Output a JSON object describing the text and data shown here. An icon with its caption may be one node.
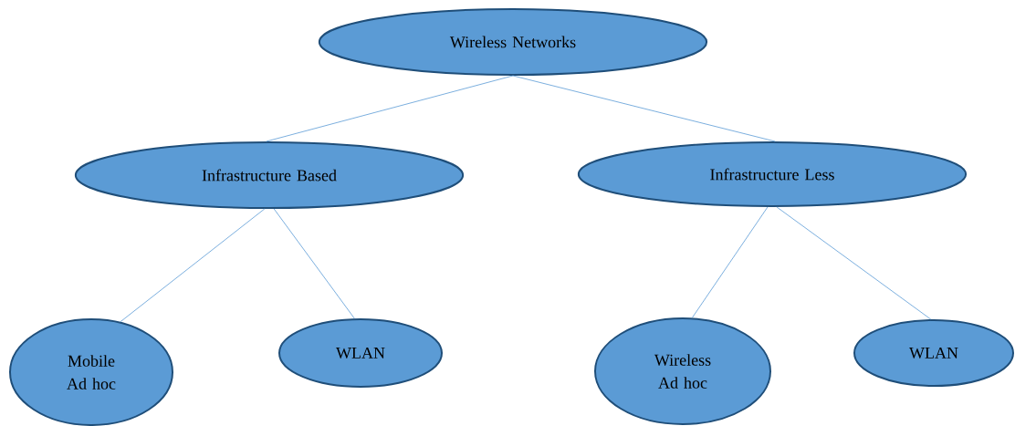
{
  "diagram": {
    "nodes": [
      {
        "text": [
          "Wireless Networks"
        ]
      },
      {
        "text": [
          "Infrastructure Based"
        ]
      },
      {
        "text": [
          "Infrastructure Less"
        ]
      },
      {
        "text": [
          "Mobile Ad hoc"
        ]
      },
      {
        "text": [
          "WLAN"
        ]
      },
      {
        "text": [
          "Wireless Ad hoc"
        ]
      },
      {
        "text": [
          "WLAN"
        ]
      }
    ],
    "edges": [
      {
        "from": 0,
        "to": 1,
        "arrow": "none"
      },
      {
        "from": 0,
        "to": 2,
        "arrow": "none"
      },
      {
        "from": 1,
        "to": 3,
        "arrow": "none"
      },
      {
        "from": 1,
        "to": 4,
        "arrow": "none"
      },
      {
        "from": 2,
        "to": 5,
        "arrow": "none"
      },
      {
        "from": 2,
        "to": 6,
        "arrow": "none"
      }
    ]
  }
}
